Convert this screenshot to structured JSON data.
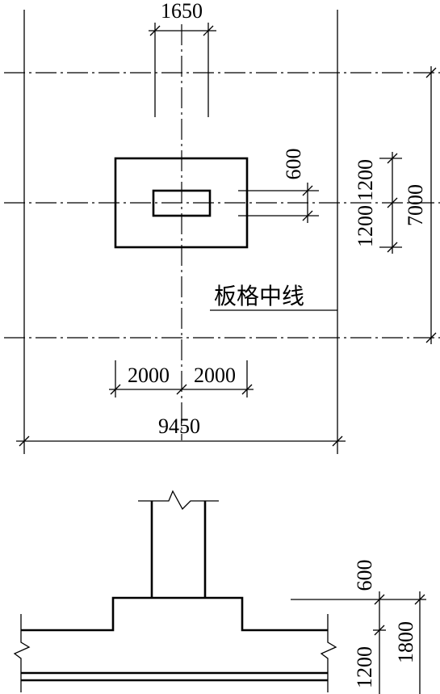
{
  "plan": {
    "dim_column_width": "1650",
    "dim_capital_depth": "600",
    "dim_half_span_left": "2000",
    "dim_half_span_right": "2000",
    "dim_overall_width": "9450",
    "dim_upper_half": "1200",
    "dim_lower_half": "1200",
    "dim_overall_height": "7000",
    "label_panel_centerline": "板格中线"
  },
  "section": {
    "dim_capital_height": "600",
    "dim_slab_thickness": "1200",
    "dim_total_height": "1800"
  }
}
